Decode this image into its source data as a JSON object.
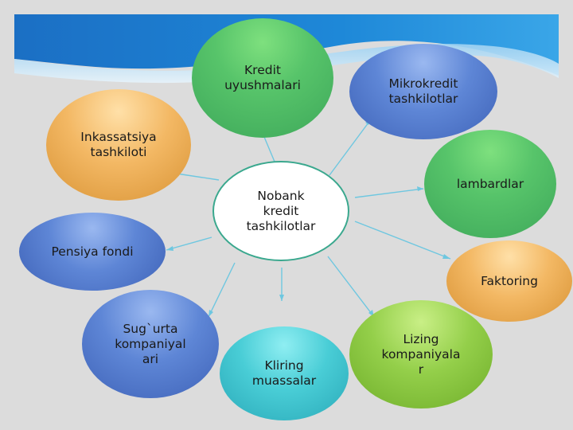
{
  "center": "Nobank\nkredit\ntashkilotlar",
  "nodes": {
    "kredit_uyushmalari": "Kredit\nuyushmalari",
    "mikrokredit": "Mikrokredit\ntashkilotlar",
    "inkassatsiya": "Inkassatsiya\ntashkiloti",
    "lambardlar": "lambardlar",
    "pensiya": "Pensiya fondi",
    "faktoring": "Faktoring",
    "sugurta": "Sug`urta\nkompaniyal\nari",
    "kliring": "Kliring\nmuassalar",
    "lizing": "Lizing\nkompaniyala\nr"
  },
  "colors": {
    "background": "#dcdcdc",
    "header_wave": "#1a73c8",
    "connector": "#6ec7e0",
    "center_border": "#3aa88e"
  }
}
